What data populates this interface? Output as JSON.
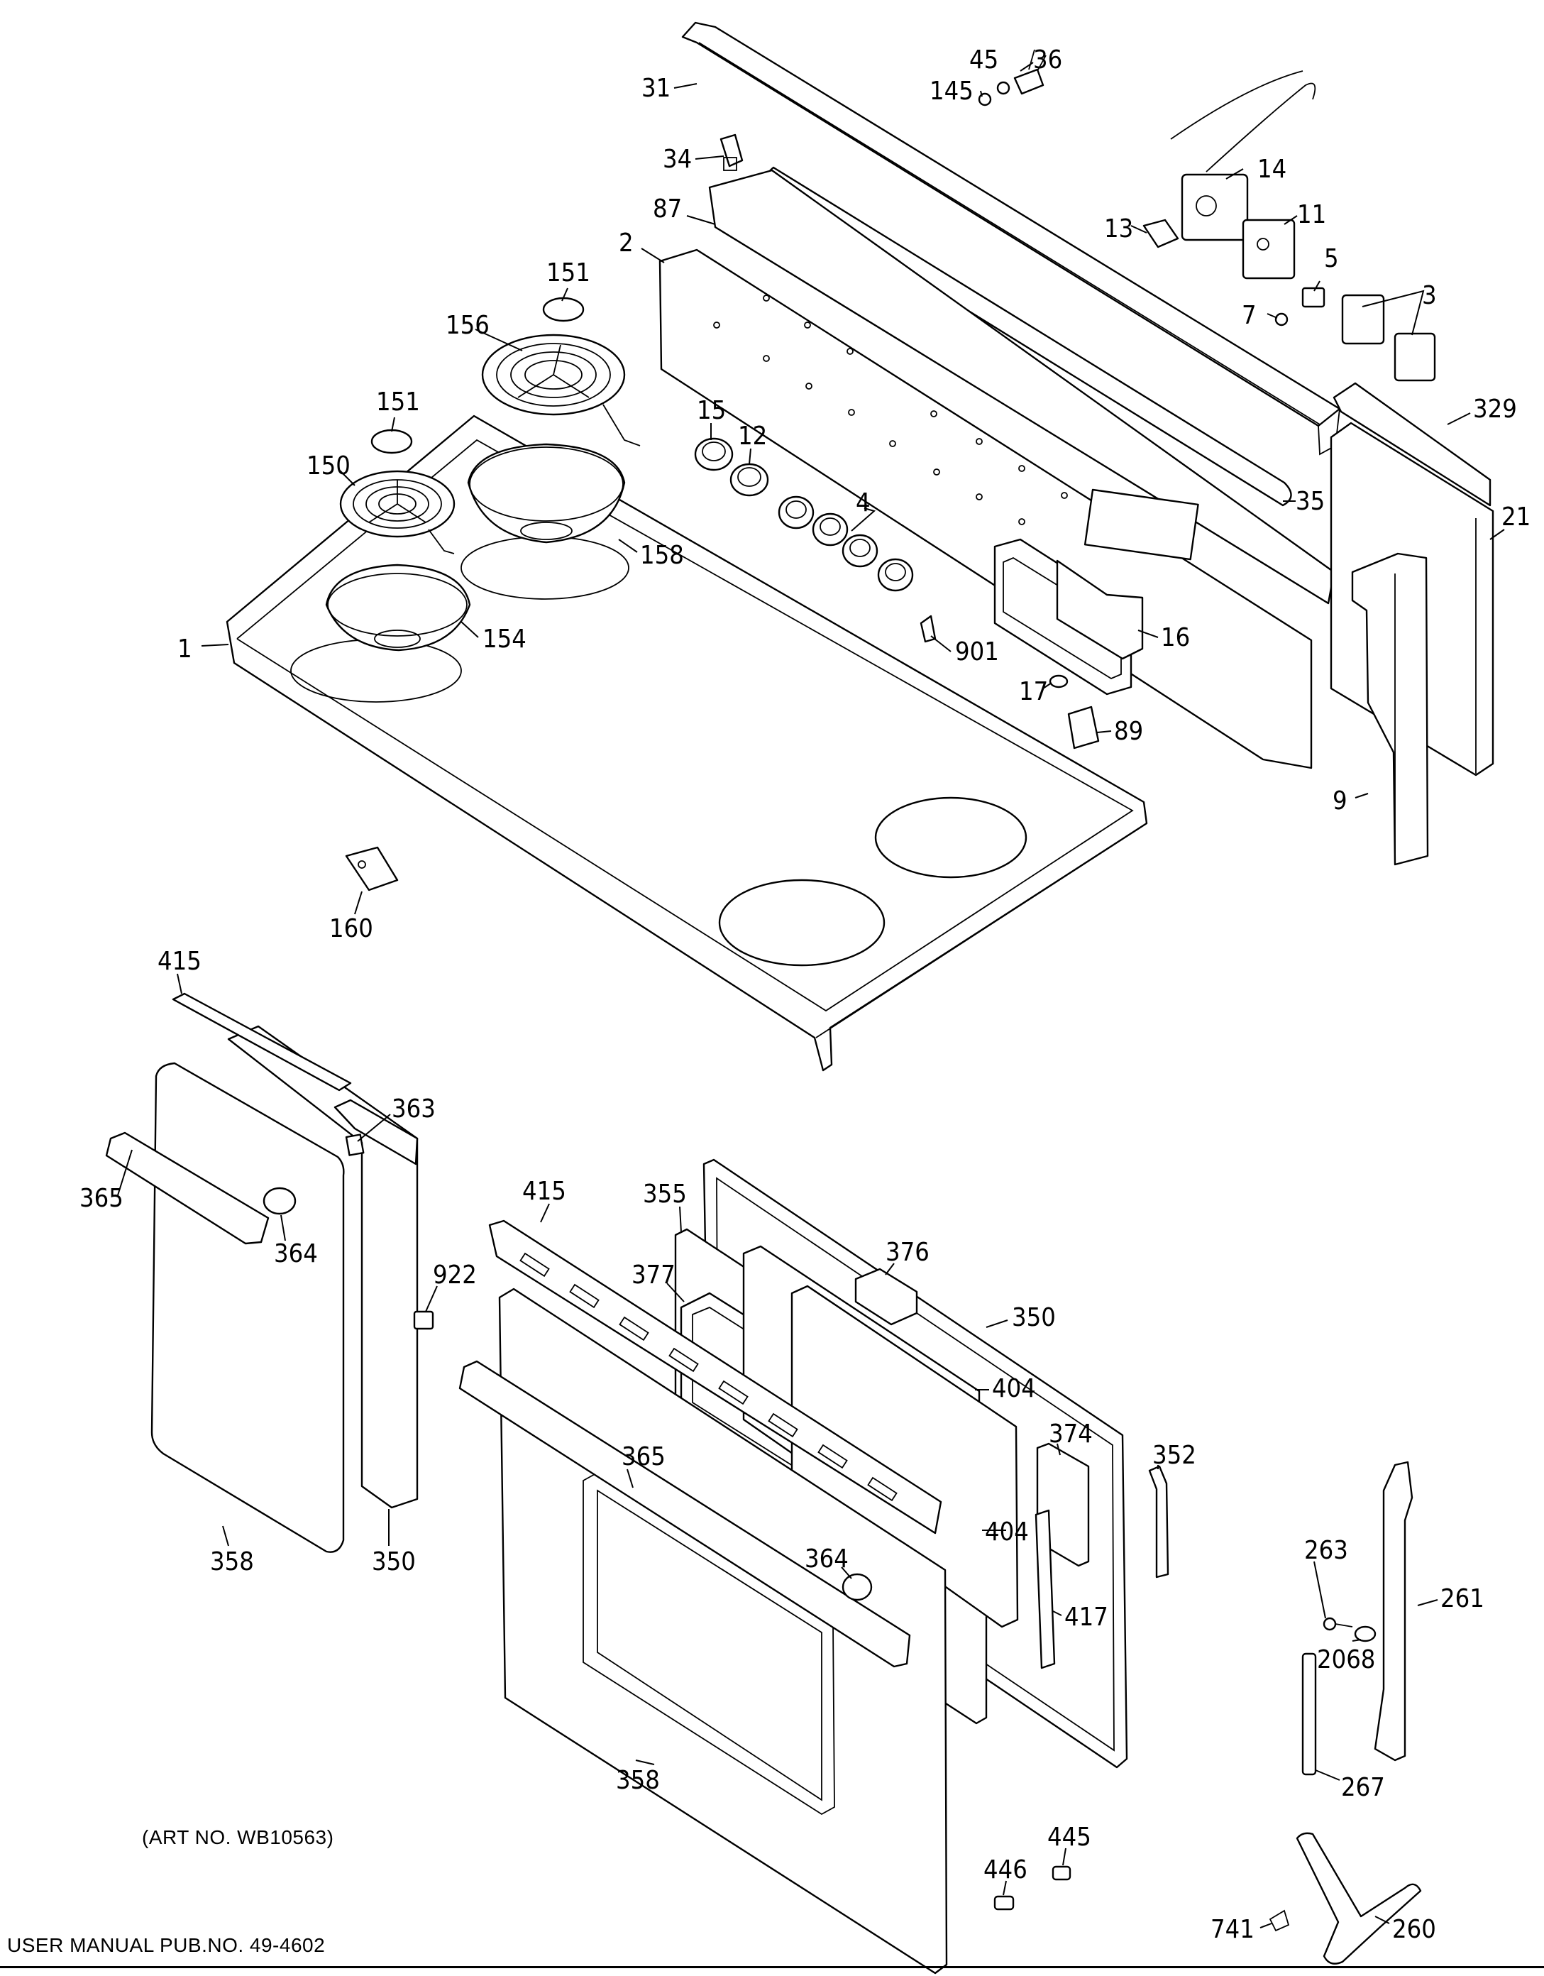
{
  "art_number": "(ART NO. WB10563)",
  "footer": "USER MANUAL PUB.NO. 49-4602",
  "callouts": [
    {
      "id": "c-31",
      "label": "31"
    },
    {
      "id": "c-45",
      "label": "45"
    },
    {
      "id": "c-36",
      "label": "36"
    },
    {
      "id": "c-145",
      "label": "145"
    },
    {
      "id": "c-34",
      "label": "34"
    },
    {
      "id": "c-14",
      "label": "14"
    },
    {
      "id": "c-87",
      "label": "87"
    },
    {
      "id": "c-13",
      "label": "13"
    },
    {
      "id": "c-11",
      "label": "11"
    },
    {
      "id": "c-2",
      "label": "2"
    },
    {
      "id": "c-5",
      "label": "5"
    },
    {
      "id": "c-7",
      "label": "7"
    },
    {
      "id": "c-3",
      "label": "3"
    },
    {
      "id": "c-151a",
      "label": "151"
    },
    {
      "id": "c-156",
      "label": "156"
    },
    {
      "id": "c-151b",
      "label": "151"
    },
    {
      "id": "c-329",
      "label": "329"
    },
    {
      "id": "c-15",
      "label": "15"
    },
    {
      "id": "c-12",
      "label": "12"
    },
    {
      "id": "c-150",
      "label": "150"
    },
    {
      "id": "c-4",
      "label": "4"
    },
    {
      "id": "c-35",
      "label": "35"
    },
    {
      "id": "c-21",
      "label": "21"
    },
    {
      "id": "c-158",
      "label": "158"
    },
    {
      "id": "c-154",
      "label": "154"
    },
    {
      "id": "c-16",
      "label": "16"
    },
    {
      "id": "c-1",
      "label": "1"
    },
    {
      "id": "c-901",
      "label": "901"
    },
    {
      "id": "c-17",
      "label": "17"
    },
    {
      "id": "c-89",
      "label": "89"
    },
    {
      "id": "c-9",
      "label": "9"
    },
    {
      "id": "c-160",
      "label": "160"
    },
    {
      "id": "c-415a",
      "label": "415"
    },
    {
      "id": "c-363",
      "label": "363"
    },
    {
      "id": "c-365a",
      "label": "365"
    },
    {
      "id": "c-364a",
      "label": "364"
    },
    {
      "id": "c-415b",
      "label": "415"
    },
    {
      "id": "c-355",
      "label": "355"
    },
    {
      "id": "c-376",
      "label": "376"
    },
    {
      "id": "c-922",
      "label": "922"
    },
    {
      "id": "c-377",
      "label": "377"
    },
    {
      "id": "c-350a",
      "label": "350"
    },
    {
      "id": "c-404a",
      "label": "404"
    },
    {
      "id": "c-374",
      "label": "374"
    },
    {
      "id": "c-365b",
      "label": "365"
    },
    {
      "id": "c-352",
      "label": "352"
    },
    {
      "id": "c-404b",
      "label": "404"
    },
    {
      "id": "c-358a",
      "label": "358"
    },
    {
      "id": "c-350b",
      "label": "350"
    },
    {
      "id": "c-263",
      "label": "263"
    },
    {
      "id": "c-364b",
      "label": "364"
    },
    {
      "id": "c-261",
      "label": "261"
    },
    {
      "id": "c-417",
      "label": "417"
    },
    {
      "id": "c-2068",
      "label": "2068"
    },
    {
      "id": "c-267",
      "label": "267"
    },
    {
      "id": "c-358b",
      "label": "358"
    },
    {
      "id": "c-445",
      "label": "445"
    },
    {
      "id": "c-446",
      "label": "446"
    },
    {
      "id": "c-741",
      "label": "741"
    },
    {
      "id": "c-260",
      "label": "260"
    }
  ]
}
